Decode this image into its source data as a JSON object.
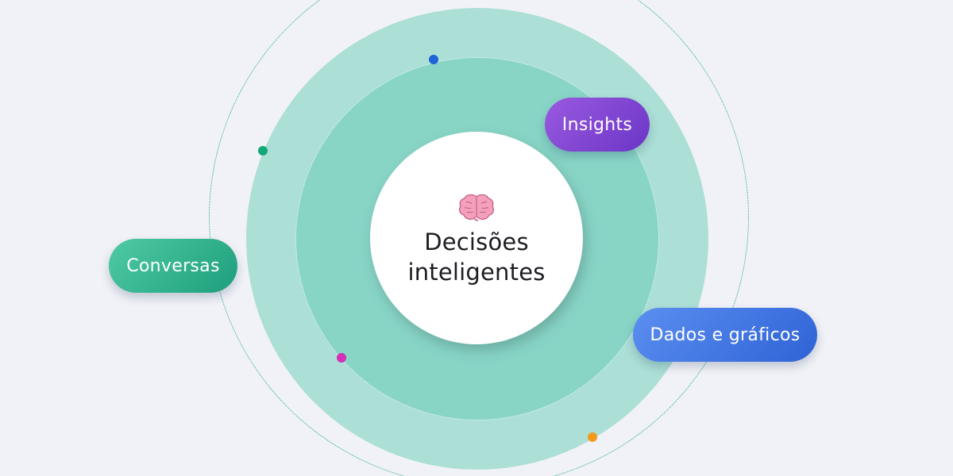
{
  "center": {
    "icon": "brain-icon",
    "title_line1": "Decisões",
    "title_line2": "inteligentes"
  },
  "labels": [
    {
      "id": "insights",
      "text": "Insights",
      "color": "#7c45d6"
    },
    {
      "id": "conversas",
      "text": "Conversas",
      "color": "#2db38c"
    },
    {
      "id": "dados",
      "text": "Dados e gráficos",
      "color": "#4176e3"
    }
  ],
  "dots": [
    {
      "id": "blue",
      "color": "#1f63d6"
    },
    {
      "id": "green",
      "color": "#14a878"
    },
    {
      "id": "magenta",
      "color": "#d62fb8"
    },
    {
      "id": "orange",
      "color": "#f39a1c"
    }
  ],
  "colors": {
    "background": "#f1f2f7",
    "outer_ring": "#acdfd6",
    "inner_ring": "#88d5c6",
    "orbit_line": "#1fa98a"
  }
}
